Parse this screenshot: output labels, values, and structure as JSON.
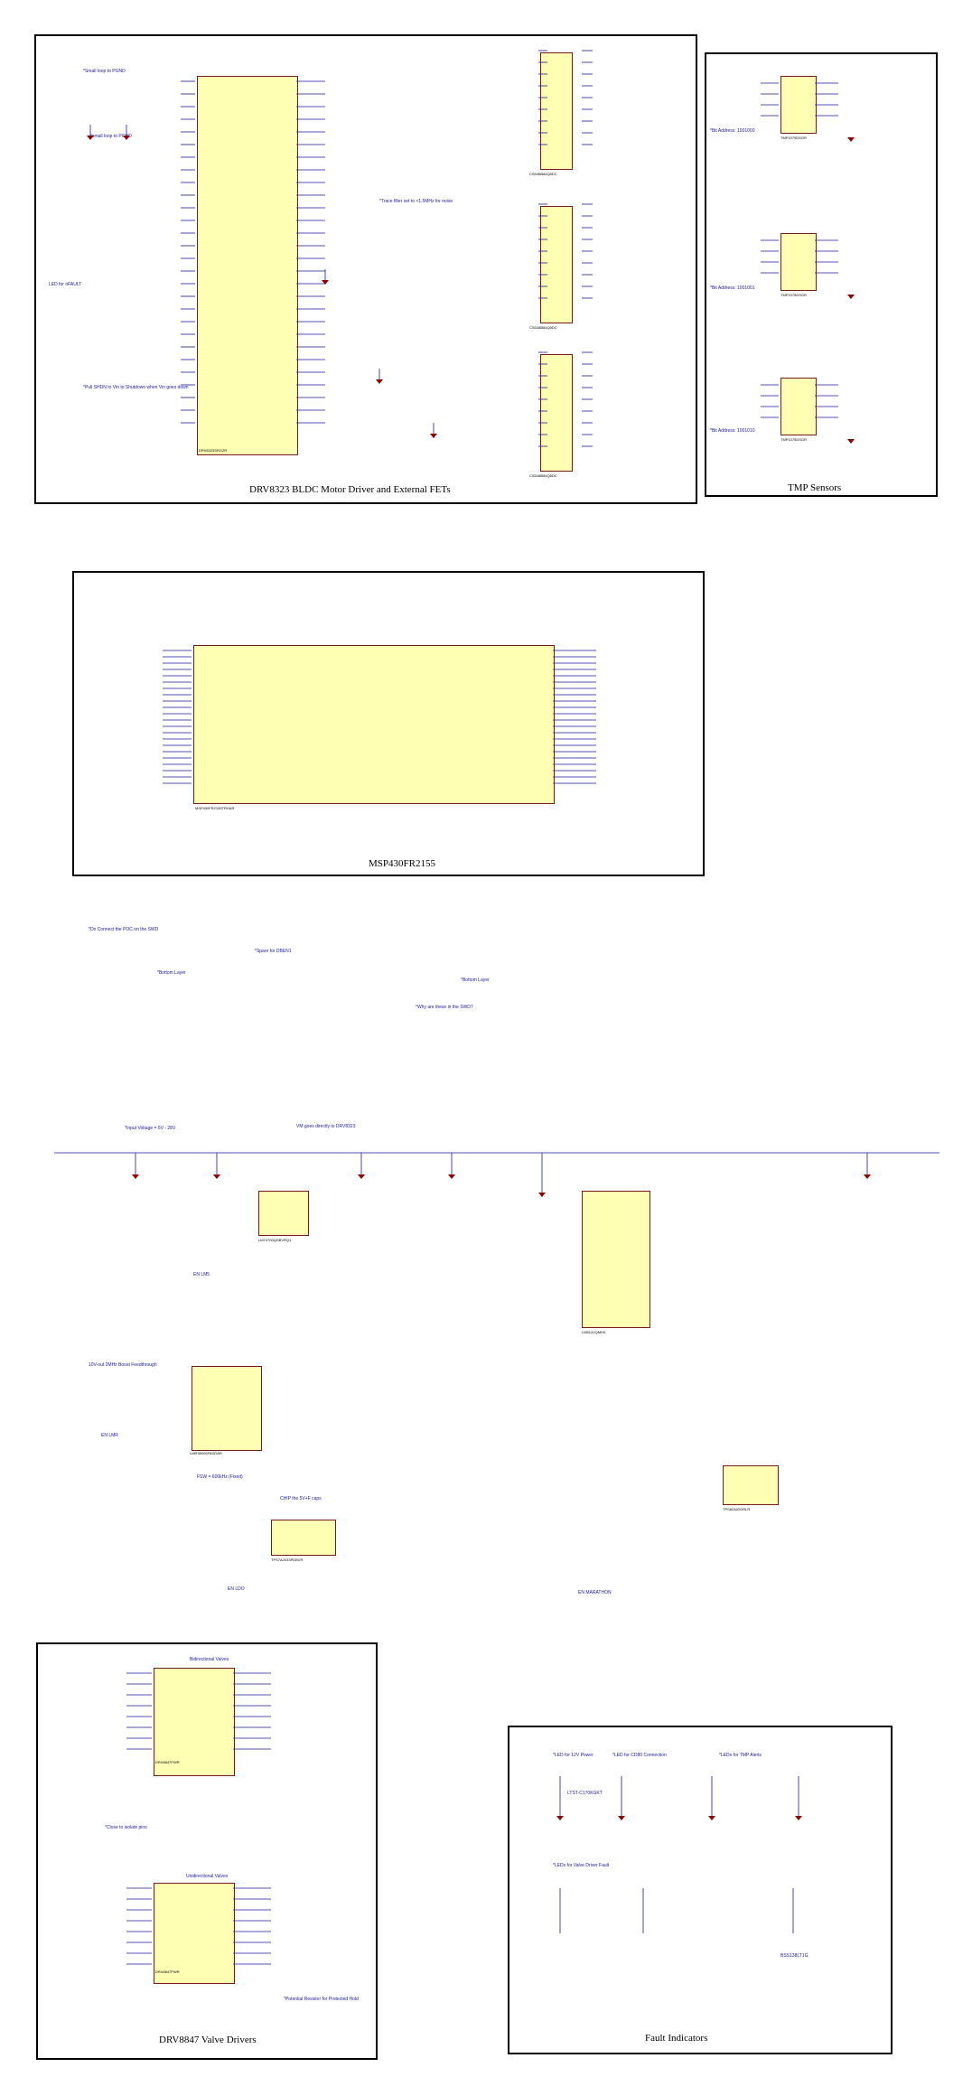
{
  "blocks": {
    "motor": {
      "title": "DRV8323 BLDC Motor Driver and External FETs",
      "ic_main": "DRV8323SRGZR",
      "fets": [
        "CSD88584Q5DC",
        "CSD88584Q5DC",
        "CSD88584Q5DC"
      ],
      "note_small_loop": "*Small loop to PGND",
      "note_small_loop2": "*small loop to PGND",
      "note_pull_down": "*Pull SHDN to Vin to Shutdown when Vin goes down",
      "note_fault": "LED for nFAULT",
      "note_trace": "*Trace filter set to <1.5MHz for noise"
    },
    "tmp": {
      "title": "TMP Sensors",
      "parts": [
        "TMP1075DSGR",
        "TMP1075DSGR",
        "TMP1075DSGR"
      ],
      "addr": [
        "*Bit Address: 1001000",
        "*Bit Address: 1001001",
        "*Bit Address: 1001010"
      ]
    },
    "mcu": {
      "title": "MSP430FR2155",
      "part": "MSP430FR2155TRHAR",
      "note_bottom": "*Bottom Layer",
      "note_why": "*Why are these in the SWD?",
      "note_connect": "*Do Connect the POC on the SWD",
      "note_spare": "*Spare for DBEN1"
    },
    "power": {
      "note_input": "*Input Voltage = 5V - 28V",
      "note_vm": "VM goes directly to DRV8323",
      "parts": [
        "LM74700QDBVRQ1",
        "LM5122QMHX",
        "LMR36006FADDAR",
        "TPS62A02DRLR",
        "TPS7A2033PDBVR"
      ],
      "en_labels": [
        "EN LM5",
        "EN LMR",
        "EN LDO",
        "EN MARATHON"
      ],
      "note_buck": "10V-out 2MHz Boost Feedthrough",
      "note_fsw": "FSW = 600kHz (Fixed)",
      "note_ldo": "CHIP the 5V+F caps"
    },
    "valve": {
      "title": "DRV8847 Valve Drivers",
      "parts": [
        "DRV8847PWR",
        "DRV8847PWR"
      ],
      "note_bidir": "Bidirectional Valves",
      "note_unidir": "Unidirectional Valves",
      "note_close": "*Close to isolate pins",
      "note_pot": "*Potential Resistor for Protected Hold"
    },
    "fault": {
      "title": "Fault Indicators",
      "led_notes": [
        "*LED for 12V Power",
        "*LED for CD80 Connection",
        "*LEDs for TMP Alerts"
      ],
      "note_valve": "*LEDs for Valve Driver Fault",
      "led_part": "LTST-C170KGKT",
      "mosfet": "BSS138LT1G"
    }
  }
}
